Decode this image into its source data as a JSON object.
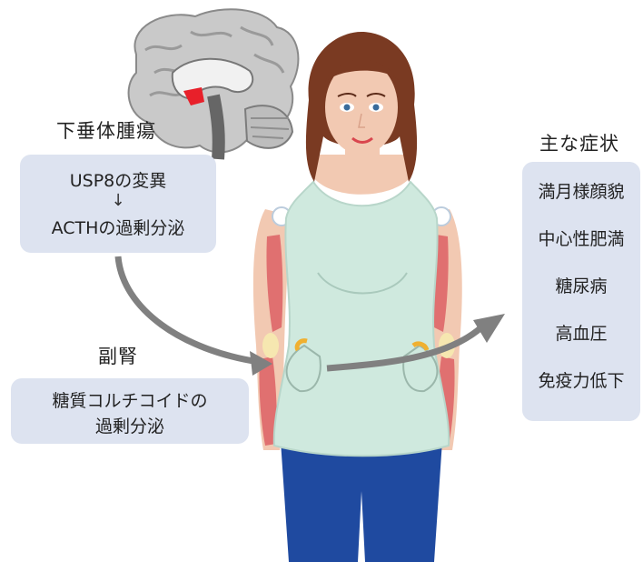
{
  "pituitary": {
    "title": "下垂体腫瘍",
    "box_lines": [
      "USP8の変異",
      "↓",
      "ACTHの過剰分泌"
    ]
  },
  "adrenal": {
    "title": "副腎",
    "box_lines": [
      "糖質コルチコイドの",
      "過剰分泌"
    ]
  },
  "symptoms": {
    "title": "主な症状",
    "items": [
      "満月様顔貌",
      "中心性肥満",
      "糖尿病",
      "高血圧",
      "免疫力低下"
    ]
  },
  "colors": {
    "box_fill": "#dde3f0",
    "arrow": "#808080",
    "shirt": "#cfe9de",
    "pants": "#1f4aa0",
    "hair": "#7a3a22",
    "skin": "#f2c9b2"
  }
}
